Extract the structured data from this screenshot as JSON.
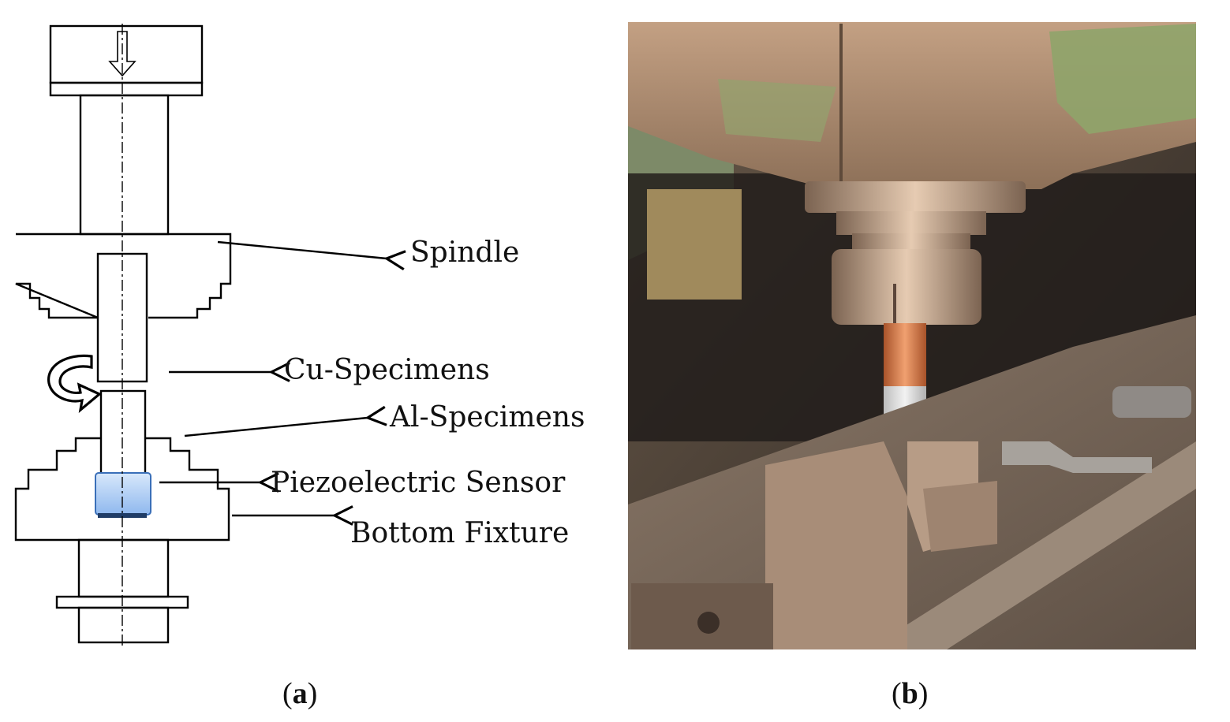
{
  "diagram": {
    "labels": {
      "spindle": "Spindle",
      "cu_specimens": "Cu-Specimens",
      "al_specimens": "Al-Specimens",
      "piezo_sensor": "Piezoelectric Sensor",
      "bottom_fixture": "Bottom Fixture"
    },
    "sensor_color": "#a9c9f5"
  },
  "captions": {
    "a_open": "(",
    "a_letter": "a",
    "a_close": ")",
    "b_open": "(",
    "b_letter": "b",
    "b_close": ")"
  },
  "photo": {
    "subject": "friction-welding-machine-photo"
  }
}
